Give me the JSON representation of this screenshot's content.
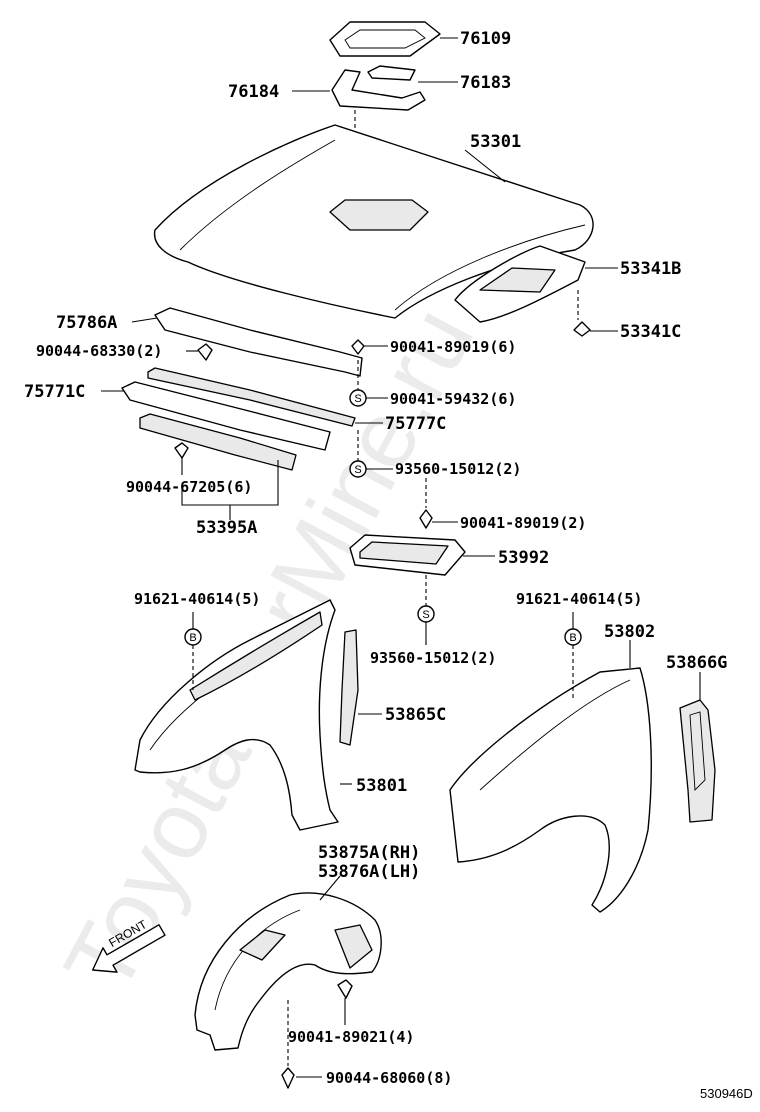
{
  "watermark": "ToyotaCarMine.ru",
  "diagram_ref": "530946D",
  "front_indicator": "FRONT",
  "callouts": {
    "c76109": "76109",
    "c76183": "76183",
    "c76184": "76184",
    "c53301": "53301",
    "c53341B": "53341B",
    "c53341C": "53341C",
    "c75786A": "75786A",
    "c90044_68330": "90044-68330(2)",
    "c90041_89019_6": "90041-89019(6)",
    "c75771C": "75771C",
    "c90041_59432": "90041-59432(6)",
    "c75777C": "75777C",
    "c93560_15012_a": "93560-15012(2)",
    "c90044_67205": "90044-67205(6)",
    "c53395A": "53395A",
    "c90041_89019_2": "90041-89019(2)",
    "c53992": "53992",
    "c91621_left": "91621-40614(5)",
    "c91621_right": "91621-40614(5)",
    "c53802": "53802",
    "c53866G": "53866G",
    "c93560_15012_b": "93560-15012(2)",
    "c53865C": "53865C",
    "c53801": "53801",
    "c53875A": "53875A(RH)",
    "c53876A": "53876A(LH)",
    "c90041_89021": "90041-89021(4)",
    "c90044_68060": "90044-68060(8)"
  },
  "symbols": {
    "s_mark": "S",
    "b_mark": "B"
  }
}
